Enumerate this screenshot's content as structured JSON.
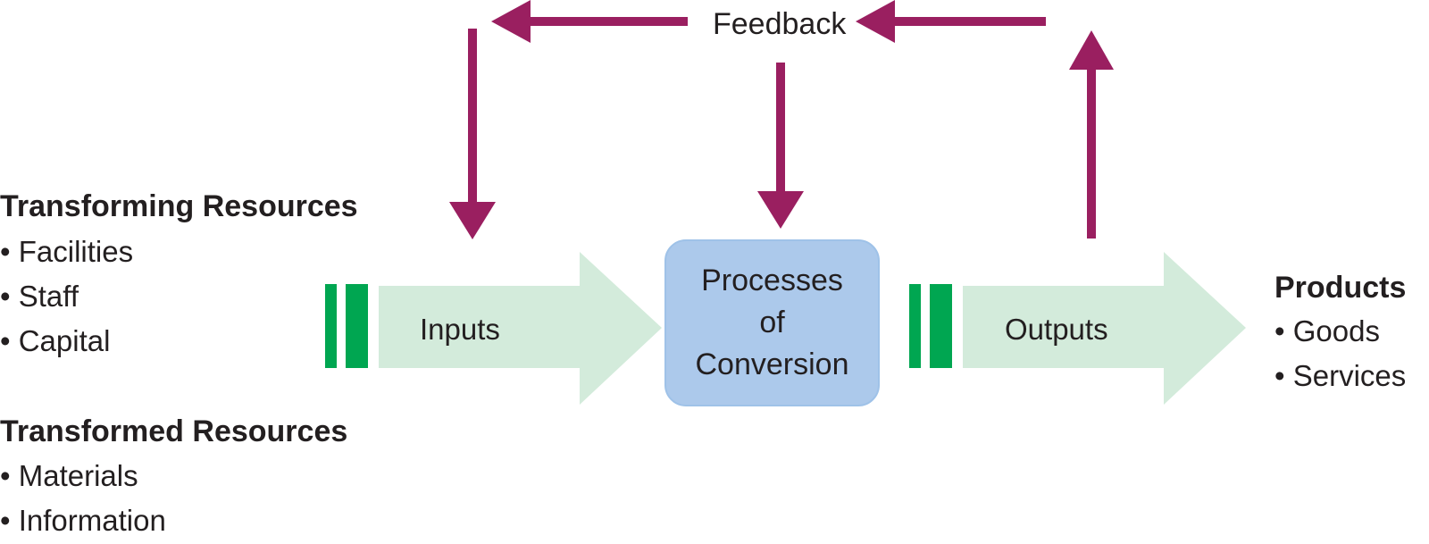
{
  "colors": {
    "feedback_arrow": "#9a1f60",
    "flow_arrow": "#d3ebdb",
    "flow_marker": "#00a651",
    "process_box": "#acc9eb",
    "text": "#231f20"
  },
  "feedback": {
    "label": "Feedback"
  },
  "transforming_resources": {
    "heading": "Transforming Resources",
    "items": [
      "• Facilities",
      "• Staff",
      "• Capital"
    ]
  },
  "transformed_resources": {
    "heading": "Transformed Resources",
    "items": [
      "• Materials",
      "• Information"
    ]
  },
  "inputs": {
    "label": "Inputs"
  },
  "process": {
    "label": "Processes\nof\nConversion"
  },
  "outputs": {
    "label": "Outputs"
  },
  "products": {
    "heading": "Products",
    "items": [
      "• Goods",
      "• Services"
    ]
  }
}
